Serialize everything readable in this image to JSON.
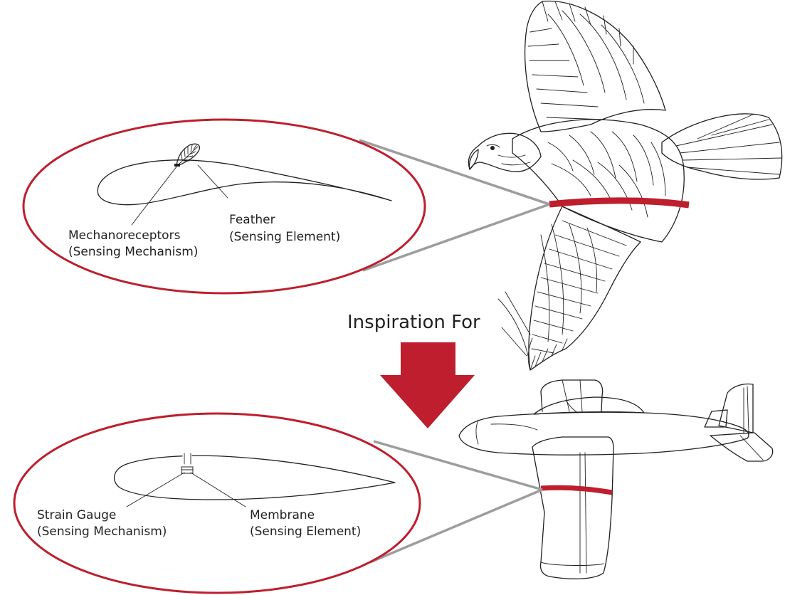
{
  "colors": {
    "accent": "#be1e2d",
    "line": "#231f20",
    "connector": "#9d9d9d",
    "background": "#ffffff"
  },
  "icons": [
    "eagle-icon",
    "airplane-icon",
    "feather-icon",
    "down-arrow-icon"
  ],
  "bird_callout": {
    "label_left_line1": "Mechanoreceptors",
    "label_left_line2": "(Sensing Mechanism)",
    "label_right_line1": "Feather",
    "label_right_line2": "(Sensing Element)"
  },
  "transition": {
    "label": "Inspiration For"
  },
  "aircraft_callout": {
    "label_left_line1": "Strain Gauge",
    "label_left_line2": "(Sensing Mechanism)",
    "label_right_line1": "Membrane",
    "label_right_line2": "(Sensing Element)"
  }
}
